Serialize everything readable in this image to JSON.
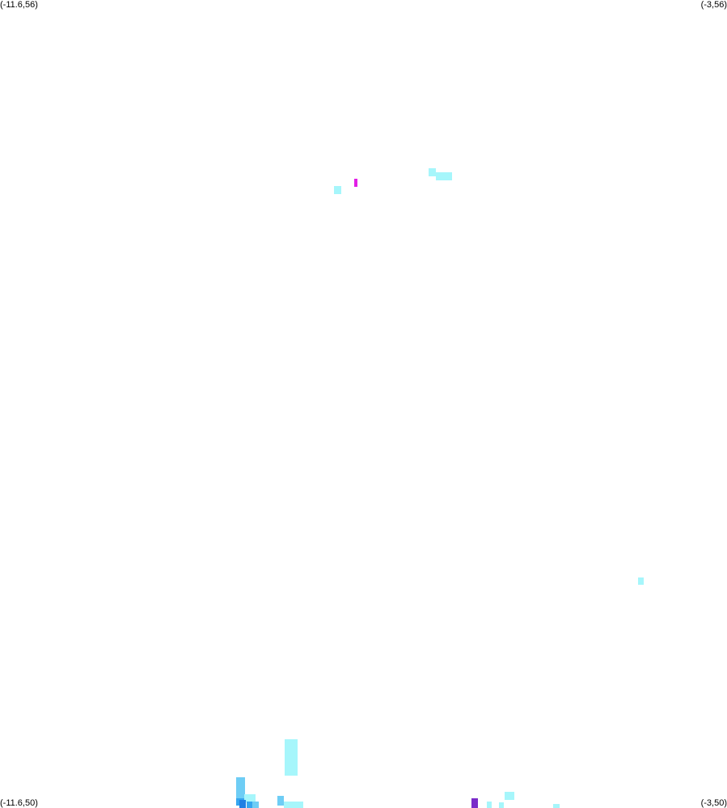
{
  "corners": {
    "top_left": "(-11.6,56)",
    "top_right": "(-3,56)",
    "bottom_left": "(-11.6,50)",
    "bottom_right": "(-3,50)"
  },
  "bounds": {
    "lon_min": -11.6,
    "lon_max": -3,
    "lat_min": 50,
    "lat_max": 56
  },
  "colors": {
    "pale-cyan": "#a6f6fb",
    "light-blue": "#6ecdf5",
    "medium-blue": "#35a6ef",
    "blue": "#1f7fe3",
    "magenta": "#e21fe6",
    "purple": "#7a2bc9"
  },
  "cells": [
    {
      "lon": -6.53,
      "lat": 54.69,
      "w": 0.09,
      "h": 0.06,
      "color": "pale-cyan"
    },
    {
      "lon": -6.44,
      "lat": 54.66,
      "w": 0.19,
      "h": 0.06,
      "color": "pale-cyan"
    },
    {
      "lon": -7.41,
      "lat": 54.61,
      "w": 0.04,
      "h": 0.06,
      "color": "magenta"
    },
    {
      "lon": -7.65,
      "lat": 54.56,
      "w": 0.09,
      "h": 0.06,
      "color": "pale-cyan"
    },
    {
      "lon": -4.05,
      "lat": 51.66,
      "w": 0.07,
      "h": 0.05,
      "color": "pale-cyan"
    },
    {
      "lon": -8.23,
      "lat": 50.24,
      "w": 0.15,
      "h": 0.27,
      "color": "pale-cyan"
    },
    {
      "lon": -8.81,
      "lat": 50.07,
      "w": 0.11,
      "h": 0.16,
      "color": "light-blue"
    },
    {
      "lon": -8.81,
      "lat": 50.02,
      "w": 0.11,
      "h": 0.05,
      "color": "medium-blue"
    },
    {
      "lon": -8.71,
      "lat": 50.04,
      "w": 0.13,
      "h": 0.06,
      "color": "pale-cyan"
    },
    {
      "lon": -8.77,
      "lat": 50.0,
      "w": 0.08,
      "h": 0.06,
      "color": "blue"
    },
    {
      "lon": -8.68,
      "lat": 50.0,
      "w": 0.07,
      "h": 0.05,
      "color": "medium-blue"
    },
    {
      "lon": -8.62,
      "lat": 50.0,
      "w": 0.08,
      "h": 0.05,
      "color": "light-blue"
    },
    {
      "lon": -8.32,
      "lat": 50.02,
      "w": 0.08,
      "h": 0.07,
      "color": "light-blue"
    },
    {
      "lon": -8.24,
      "lat": 50.0,
      "w": 0.23,
      "h": 0.05,
      "color": "pale-cyan"
    },
    {
      "lon": -5.63,
      "lat": 50.06,
      "w": 0.11,
      "h": 0.06,
      "color": "pale-cyan"
    },
    {
      "lon": -5.84,
      "lat": 50.0,
      "w": 0.06,
      "h": 0.05,
      "color": "pale-cyan"
    },
    {
      "lon": -5.7,
      "lat": 50.0,
      "w": 0.06,
      "h": 0.04,
      "color": "pale-cyan"
    },
    {
      "lon": -5.06,
      "lat": 50.0,
      "w": 0.08,
      "h": 0.03,
      "color": "pale-cyan"
    },
    {
      "lon": -6.02,
      "lat": 50.0,
      "w": 0.07,
      "h": 0.07,
      "color": "purple"
    }
  ]
}
